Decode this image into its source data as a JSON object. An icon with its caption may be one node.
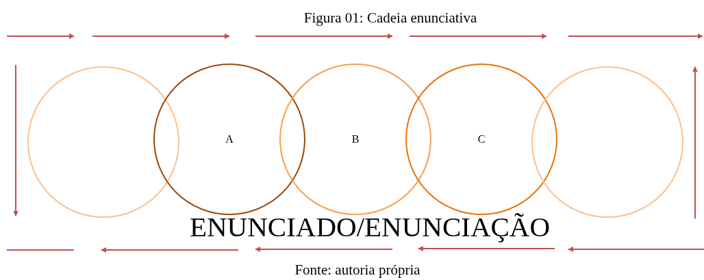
{
  "diagram": {
    "title": "Figura 01: Cadeia enunciativa",
    "caption": "Fonte: autoria própria",
    "nodes": [
      {
        "text": [],
        "shape": "circle"
      },
      {
        "text": [
          "A"
        ]
      },
      {
        "text": [
          "B"
        ]
      },
      {
        "text": [
          "C"
        ]
      },
      {
        "text": [],
        "shape": "circle"
      }
    ],
    "labels": [
      "ENUNCIADO/ENUNCIAÇÃO"
    ]
  }
}
